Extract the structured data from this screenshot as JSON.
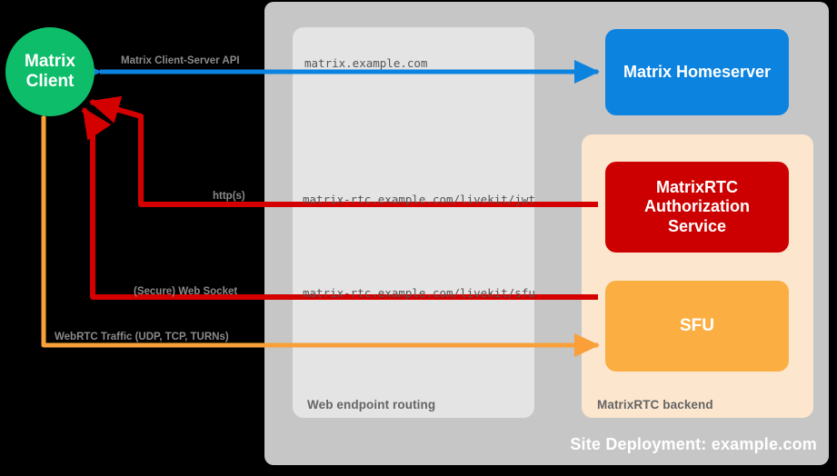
{
  "diagram": {
    "site_label": "Site Deployment: example.com",
    "background_color": "#000000"
  },
  "panels": [
    {
      "id": "site",
      "caption": "",
      "color": "#c6c6c6"
    },
    {
      "id": "web-endpoint-routing",
      "caption": "Web endpoint routing",
      "color": "#e4e4e4"
    },
    {
      "id": "matrixrtc-backend",
      "caption": "MatrixRTC backend",
      "color": "#fde6ce"
    }
  ],
  "nodes": {
    "client": {
      "label_line1": "Matrix",
      "label_line2": "Client",
      "color": "#0dbd69",
      "shape": "circle"
    },
    "homeserver": {
      "label": "Matrix Homeserver",
      "color": "#0d83e0",
      "shape": "rounded-rect"
    },
    "auth": {
      "label_line1": "MatrixRTC",
      "label_line2": "Authorization",
      "label_line3": "Service",
      "color": "#cc0000",
      "shape": "rounded-rect"
    },
    "sfu": {
      "label": "SFU",
      "color": "#fbae42",
      "shape": "rounded-rect"
    }
  },
  "endpoints": {
    "homeserver_url": "matrix.example.com",
    "jwt_url": "matrix-rtc.example.com/livekit/jwt",
    "sfu_url": "matrix-rtc.example.com/livekit/sfu"
  },
  "edges": [
    {
      "id": "client-server-api",
      "label": "Matrix Client-Server API",
      "color": "#0d83e0",
      "from": "homeserver",
      "to": "client",
      "bidirectional": true
    },
    {
      "id": "http-jwt",
      "label": "http(s)",
      "color": "#d40000",
      "from": "auth",
      "to": "client",
      "bidirectional": false
    },
    {
      "id": "web-socket",
      "label": "(Secure) Web Socket",
      "color": "#d40000",
      "from": "sfu",
      "to": "client",
      "bidirectional": false
    },
    {
      "id": "webrtc-traffic",
      "label": "WebRTC Traffic (UDP, TCP, TURNs)",
      "color": "#f9a03a",
      "from": "client",
      "to": "sfu",
      "bidirectional": true
    }
  ]
}
